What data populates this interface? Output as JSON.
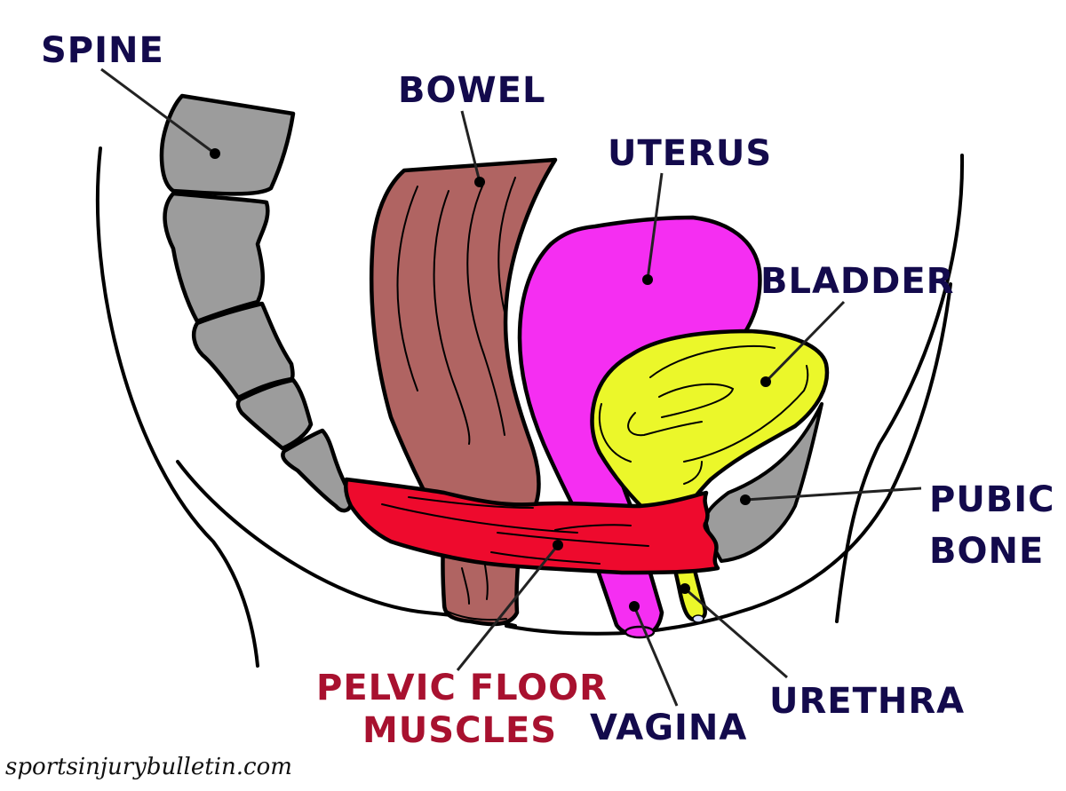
{
  "diagram": {
    "title": "Female pelvic floor anatomy (sagittal view)",
    "credit": "sportsinjurybulletin.com",
    "colors": {
      "label_primary": "#130a4c",
      "label_highlight": "#a8112f",
      "bone": "#9c9c9c",
      "bowel": "#b06462",
      "uterus": "#f52ef2",
      "bladder": "#ebf72a",
      "pelvic_floor": "#ee0a2d",
      "outline": "#000000"
    },
    "labels": {
      "spine": "SPINE",
      "bowel": "BOWEL",
      "uterus": "UTERUS",
      "bladder": "BLADDER",
      "pubic_bone_line1": "PUBIC",
      "pubic_bone_line2": "BONE",
      "pelvic_floor_line1": "PELVIC FLOOR",
      "pelvic_floor_line2": "MUSCLES",
      "vagina": "VAGINA",
      "urethra": "URETHRA"
    }
  }
}
